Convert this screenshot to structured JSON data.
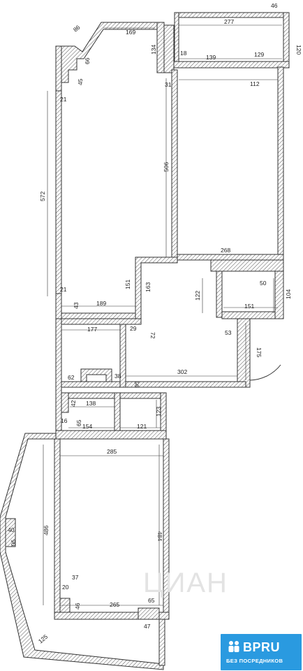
{
  "dimensions": {
    "balcony_top_w": "46",
    "balcony_top_len": "277",
    "balcony_top_h": "120",
    "bay_diag": "86",
    "room_top_w": "169",
    "bay_side": "66",
    "niche_45": "45",
    "wall_21_top": "21",
    "wall_134": "134",
    "wall_18": "18",
    "bal_139": "139",
    "bal_129": "129",
    "wall_31": "31",
    "bedroom_w": "112",
    "wall_506": "506",
    "living_h": "572",
    "bedroom_bottom": "268",
    "wall_21_bot": "21",
    "niche_43": "43",
    "living_bottom": "189",
    "wall_151": "151",
    "wall_163": "163",
    "closet_122": "122",
    "closet_50": "50",
    "closet_104": "104",
    "closet_151": "151",
    "kitchen_177": "177",
    "wall_29": "29",
    "wall_72": "72",
    "wall_53": "53",
    "door_175": "175",
    "hall_62": "62",
    "hall_38": "38",
    "hall_302": "302",
    "hall_56": "56",
    "bath_138": "138",
    "bath_42": "42",
    "bath_16": "16",
    "bath_65": "65",
    "bath_154": "154",
    "wc_121": "121",
    "wc_123": "123",
    "room2_285": "285",
    "room2_486": "486",
    "room2_484": "484",
    "loggia_40": "40",
    "loggia_90": "90",
    "niche_37": "37",
    "niche_20": "20",
    "niche_46": "46",
    "room2_265": "265",
    "room2_65": "65",
    "wall_47": "47",
    "loggia_125": "125"
  },
  "logo": {
    "main": "BPRU",
    "sub": "БЕЗ ПОСРЕДНИКОВ",
    "color": "#2a9ae0"
  },
  "watermark": "ЦИАН",
  "icons": [
    "people-icon"
  ]
}
